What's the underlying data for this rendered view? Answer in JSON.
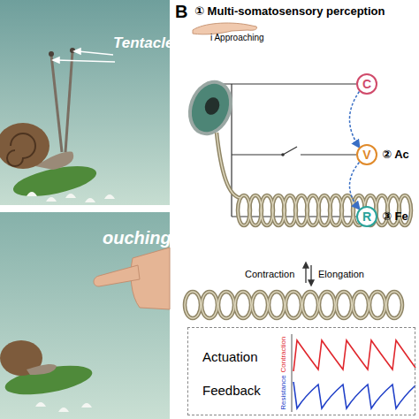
{
  "diagram": {
    "nodes": [
      {
        "text": [
          "C"
        ]
      },
      {
        "text": [
          "V"
        ]
      },
      {
        "text": [
          "R"
        ]
      },
      {
        "text": [
          "Actuation",
          "Feedback"
        ]
      }
    ],
    "edges": [
      {
        "from": 0,
        "to": 1,
        "arrow": "to"
      },
      {
        "from": 1,
        "to": 2,
        "arrow": "to"
      }
    ],
    "labels": [
      "Tentacles",
      "ouching",
      "B",
      "① Multi-somatosensory perception",
      "i Approaching",
      "② Ac",
      "③ Fe",
      "Contraction",
      "Elongation",
      "Contraction",
      "Resistance"
    ]
  }
}
